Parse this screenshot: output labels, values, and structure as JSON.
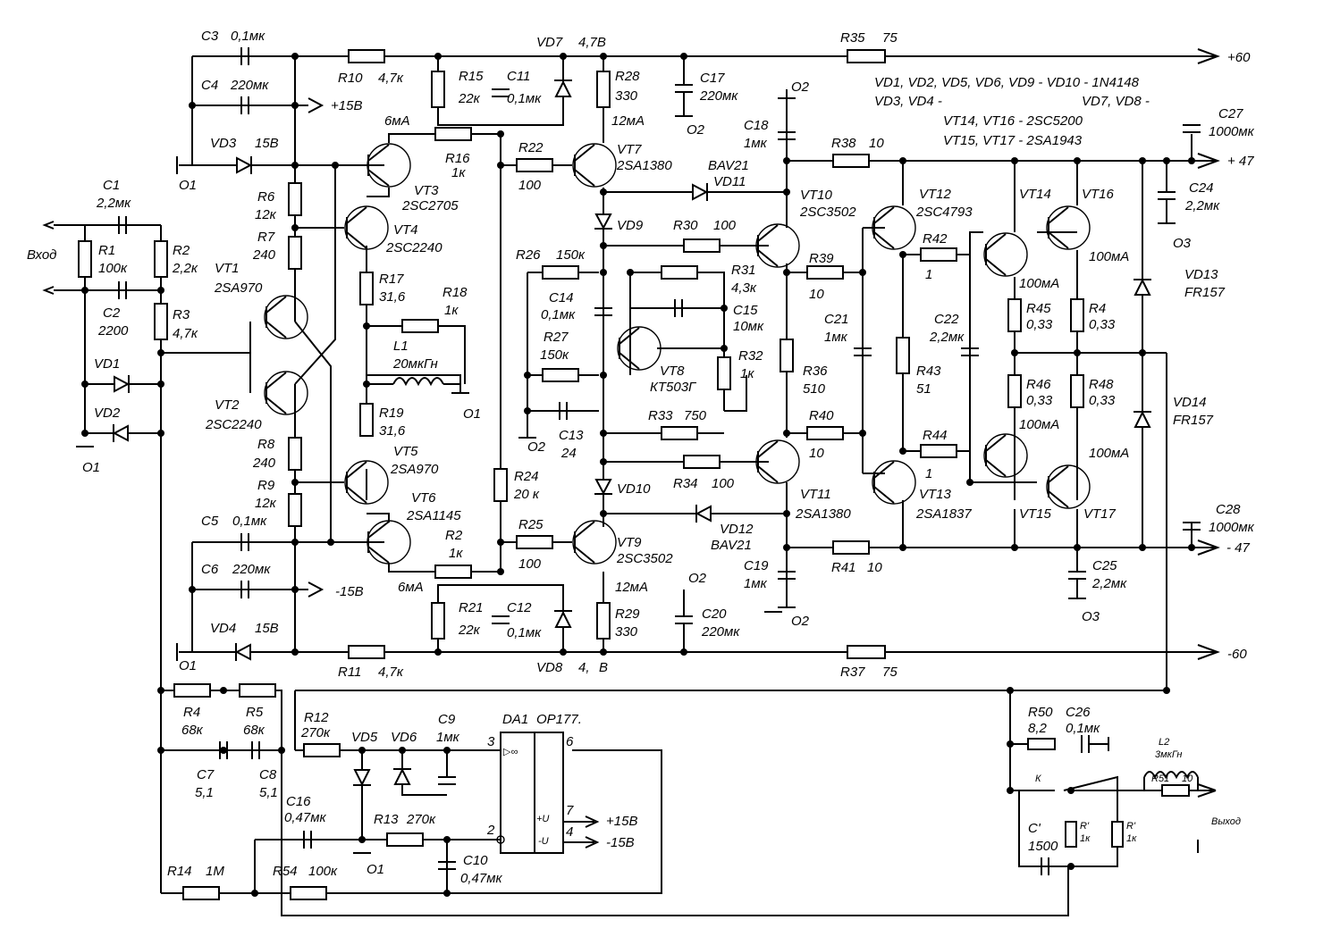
{
  "labels": {
    "c3": "C3",
    "c3v": "0,1мк",
    "c4": "C4",
    "c4v": "220мк",
    "p15top": "+15В",
    "vd3": "VD3",
    "vd3v": "15В",
    "o1a": "O1",
    "r10": "R10",
    "r10v": "4,7к",
    "r15": "R15",
    "r15v": "22к",
    "c11": "C11",
    "c11v": "0,1мк",
    "vd7": "VD7",
    "vd7v": "4,7В",
    "r28": "R28",
    "r28v": "330",
    "ma12a": "12мА",
    "c17": "C17",
    "c17v": "220мк",
    "o2a": "O2",
    "r35": "R35",
    "r35v": "75",
    "p60": "+60",
    "o2b": "O2",
    "c18": "C18",
    "c18v": "1мк",
    "legend1": "VD1, VD2, VD5, VD6, VD9 - VD10 - 1N4148",
    "legend2": "VD3, VD4 -",
    "legend3": "VD7, VD8 -",
    "legend4": "VT14, VT16 - 2SC5200",
    "legend5": "VT15, VT17 - 2SA1943",
    "c27": "C27",
    "c27v": "1000мк",
    "p47": "+ 47",
    "c1": "C1",
    "c1v": "2,2мк",
    "vhod": "Вход",
    "r1": "R1",
    "r1v": "100к",
    "r2": "R2",
    "r2v": "2,2к",
    "c2": "C2",
    "c2v": "2200",
    "r3": "R3",
    "r3v": "4,7к",
    "vd1": "VD1",
    "vd2": "VD2",
    "o1b": "O1",
    "r6": "R6",
    "r6v": "12к",
    "r7": "R7",
    "r7v": "240",
    "vt1": "VT1",
    "vt1t": "2SA970",
    "vt2": "VT2",
    "vt2t": "2SC2240",
    "r8": "R8",
    "r8v": "240",
    "r9": "R9",
    "r9v": "12к",
    "ma6a": "6мА",
    "r16": "R16",
    "r16v": "1к",
    "vt3": "VT3",
    "vt3t": "2SC2705",
    "vt4": "VT4",
    "vt4t": "2SC2240",
    "r17": "R17",
    "r17v": "31,6",
    "r18": "R18",
    "r18v": "1к",
    "l1": "L1",
    "l1v": "20мкГн",
    "o1c": "O1",
    "r19": "R19",
    "r19v": "31,6",
    "vt5": "VT5",
    "vt5t": "2SA970",
    "vt6": "VT6",
    "vt6t": "2SA1145",
    "r22": "R22",
    "r22v": "100",
    "vt7": "VT7",
    "vt7t": "2SA1380",
    "bav21a": "BAV21",
    "vd11": "VD11",
    "vd9": "VD9",
    "r30": "R30",
    "r30v": "100",
    "vt10": "VT10",
    "vt10t": "2SC3502",
    "r26": "R26",
    "r26v": "150к",
    "c14": "C14",
    "c14v": "0,1мк",
    "r27": "R27",
    "r27v": "150к",
    "r31": "R31",
    "r31v": "4,3к",
    "c15": "C15",
    "c15v": "10мк",
    "vt8": "VT8",
    "vt8t": "КТ503Г",
    "r32": "R32",
    "r32v": "1к",
    "r33": "R33",
    "r33v": "750",
    "o2c": "O2",
    "c13": "C13",
    "c13v": "24",
    "r24": "R24",
    "r24v": "20 к",
    "vd10": "VD10",
    "r34": "R34",
    "r34v": "100",
    "vt11": "VT11",
    "vt11t": "2SA1380",
    "vd12": "VD12",
    "bav21b": "BAV21",
    "r25": "R25",
    "r25v": "100",
    "vt9": "VT9",
    "vt9t": "2SC3502",
    "r38": "R38",
    "r38v": "10",
    "r39": "R39",
    "r39v": "10",
    "r36": "R36",
    "r36v": "510",
    "r40": "R40",
    "r40v": "10",
    "c21": "C21",
    "c21v": "1мк",
    "vt12": "VT12",
    "vt12t": "2SC4793",
    "r42": "R42",
    "r42v": "1",
    "r43": "R43",
    "r43v": "51",
    "r44": "R44",
    "r44v": "1",
    "vt13": "VT13",
    "vt13t": "2SA1837",
    "c22": "C22",
    "c22v": "2,2мк",
    "vt14": "VT14",
    "vt16": "VT16",
    "vt15": "VT15",
    "vt17": "VT17",
    "ma100a": "100мА",
    "ma100b": "100мА",
    "ma100c": "100мА",
    "ma100d": "100мА",
    "r45": "R45",
    "r45v": "0,33",
    "r4b": "R4",
    "r4bv": "0,33",
    "r46": "R46",
    "r46v": "0,33",
    "r48": "R48",
    "r48v": "0,33",
    "c24": "C24",
    "c24v": "2,2мк",
    "o3a": "O3",
    "vd13": "VD13",
    "vd13t": "FR157",
    "vd14": "VD14",
    "vd14t": "FR157",
    "c28": "C28",
    "c28v": "1000мк",
    "m47": "- 47",
    "c5": "C5",
    "c5v": "0,1мк",
    "c6": "C6",
    "c6v": "220мк",
    "m15a": "-15В",
    "ma6b": "6мА",
    "r2b": "R2",
    "r2bv": "1к",
    "ma12b": "12мА",
    "c19": "C19",
    "c19v": "1мк",
    "r41": "R41",
    "r41v": "10",
    "c25": "C25",
    "c25v": "2,2мк",
    "o3b": "O3",
    "o2d": "O2",
    "c20": "C20",
    "c20v": "220мк",
    "o2e": "O2",
    "r21": "R21",
    "r21v": "22к",
    "c12": "C12",
    "c12v": "0,1мк",
    "r29": "R29",
    "r29v": "330",
    "vd4": "VD4",
    "vd4v": "15В",
    "o1d": "O1",
    "r11": "R11",
    "r11v": "4,7к",
    "vd8": "VD8",
    "vd8v": "4,",
    "vd8b": "В",
    "r37": "R37",
    "r37v": "75",
    "m60": "-60",
    "r4": "R4",
    "r4v": "68к",
    "r5": "R5",
    "r5v": "68к",
    "c7": "C7",
    "c7v": "5,1",
    "c8": "C8",
    "c8v": "5,1",
    "r12": "R12",
    "r12v": "270к",
    "vd5": "VD5",
    "vd6": "VD6",
    "c9": "C9",
    "c9v": "1мк",
    "da1": "DA1",
    "da1t": "OP177.",
    "pin3": "3",
    "pin6": "6",
    "pin2": "2",
    "pin7": "7",
    "pin4": "4",
    "pu": "+U",
    "mu": "-U",
    "p15b": "+15В",
    "m15b": "-15В",
    "c16": "C16",
    "c16v": "0,47мк",
    "r13": "R13",
    "r13v": "270к",
    "o1e": "O1",
    "c10": "C10",
    "c10v": "0,47мк",
    "r14": "R14",
    "r14v": "1М",
    "r54": "R54",
    "r54v": "100к",
    "r50": "R50",
    "r50v": "8,2",
    "c26": "C26",
    "c26v": "0,1мк",
    "k": "К",
    "l2": "L2",
    "l2v": "3мкГн",
    "r51": "R51",
    "r51v": "10",
    "vyhod": "Выход",
    "cp": "C'",
    "cpv": "1500",
    "rp1": "R'",
    "rp1v": "1к",
    "rp2": "R'",
    "rp2v": "1к"
  }
}
